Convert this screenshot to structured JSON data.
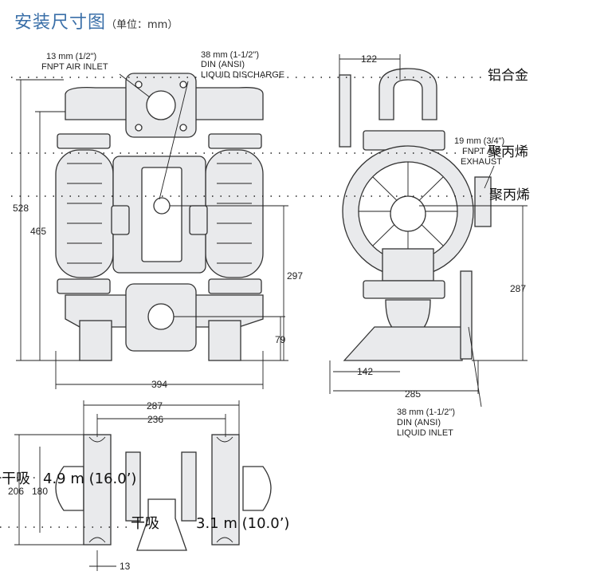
{
  "title": {
    "main": "安装尺寸图",
    "unit": "（单位：mm）"
  },
  "labels": {
    "air_inlet": [
      "13 mm (1/2\")",
      "FNPT AIR INLET"
    ],
    "discharge": [
      "38 mm (1-1/2\")",
      "DIN (ANSI)",
      "LIQUID DISCHARGE"
    ],
    "exhaust": [
      "19 mm (3/4\")",
      "FNPT AIR",
      "EXHAUST"
    ],
    "inlet": [
      "38 mm (1-1/2\")",
      "DIN (ANSI)",
      "LIQUID INLET"
    ]
  },
  "materials": {
    "aluminum": "铝合金",
    "pp1": "聚丙烯",
    "pp2": "聚丙烯"
  },
  "suction": {
    "dry_label": "干吸",
    "dry_value": "4.9 m (16.0’)",
    "wet_label": "干吸",
    "wet_value": "3.1 m (10.0’)"
  },
  "dims": {
    "d528": "528",
    "d465": "465",
    "d297": "297",
    "d79": "79",
    "d394": "394",
    "d122": "122",
    "d287r": "287",
    "d142": "142",
    "d285": "285",
    "d287b": "287",
    "d236": "236",
    "d206": "206",
    "d180": "180",
    "d13": "13"
  }
}
